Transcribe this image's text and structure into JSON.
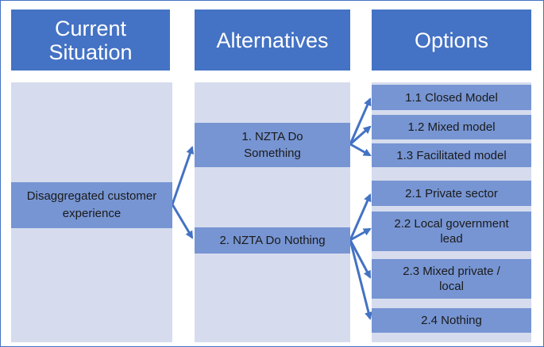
{
  "headers": {
    "current": "Current Situation",
    "alternatives": "Alternatives",
    "options": "Options"
  },
  "current": {
    "label": "Disaggregated customer experience"
  },
  "alternatives": [
    {
      "label": "1. NZTA Do Something"
    },
    {
      "label": "2. NZTA Do Nothing"
    }
  ],
  "options": [
    {
      "label": "1.1 Closed Model"
    },
    {
      "label": "1.2 Mixed model"
    },
    {
      "label": "1.3 Facilitated model"
    },
    {
      "label": "2.1 Private sector"
    },
    {
      "label": "2.2 Local government lead"
    },
    {
      "label": "2.3 Mixed private / local"
    },
    {
      "label": "2.4 Nothing"
    }
  ],
  "colors": {
    "header": "#4472c4",
    "column": "#d6dcee",
    "box": "#7795d3",
    "arrow": "#4472c4"
  }
}
